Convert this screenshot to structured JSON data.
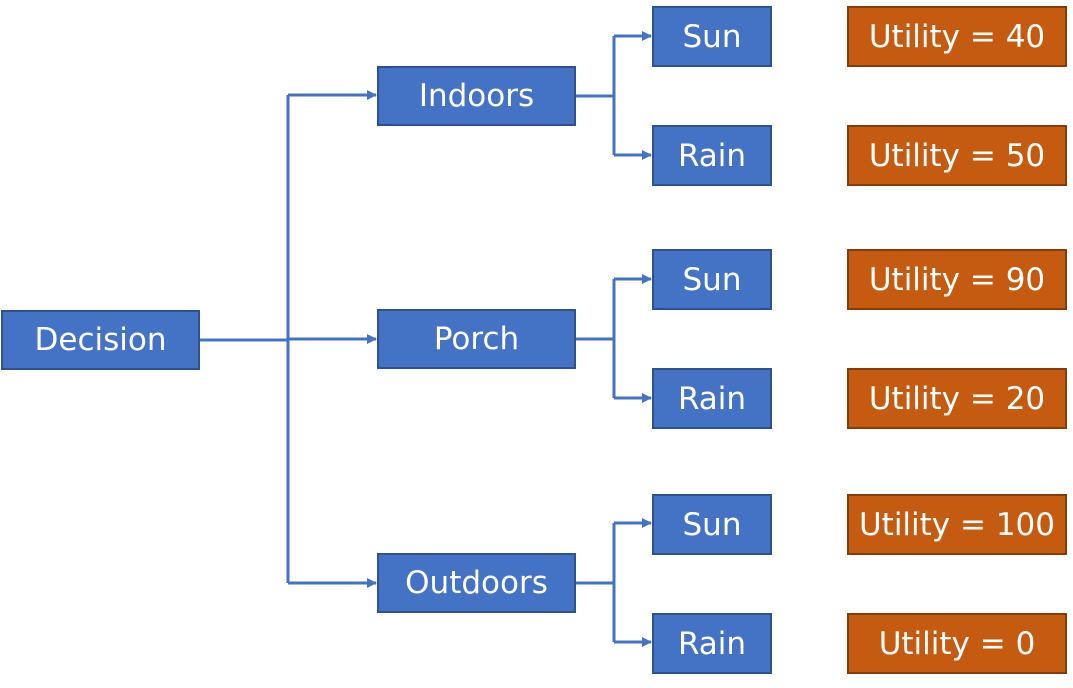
{
  "root": {
    "label": "Decision"
  },
  "options": [
    {
      "label": "Indoors",
      "outcomes": [
        {
          "weather": "Sun",
          "utility": "Utility = 40"
        },
        {
          "weather": "Rain",
          "utility": "Utility = 50"
        }
      ]
    },
    {
      "label": "Porch",
      "outcomes": [
        {
          "weather": "Sun",
          "utility": "Utility = 90"
        },
        {
          "weather": "Rain",
          "utility": "Utility = 20"
        }
      ]
    },
    {
      "label": "Outdoors",
      "outcomes": [
        {
          "weather": "Sun",
          "utility": "Utility = 100"
        },
        {
          "weather": "Rain",
          "utility": "Utility = 0"
        }
      ]
    }
  ],
  "colors": {
    "node_fill": "#4472c4",
    "node_border": "#2f528f",
    "utility_fill": "#c55a11",
    "utility_border": "#843c0c",
    "connector": "#4472c4",
    "text": "#ffffff"
  }
}
